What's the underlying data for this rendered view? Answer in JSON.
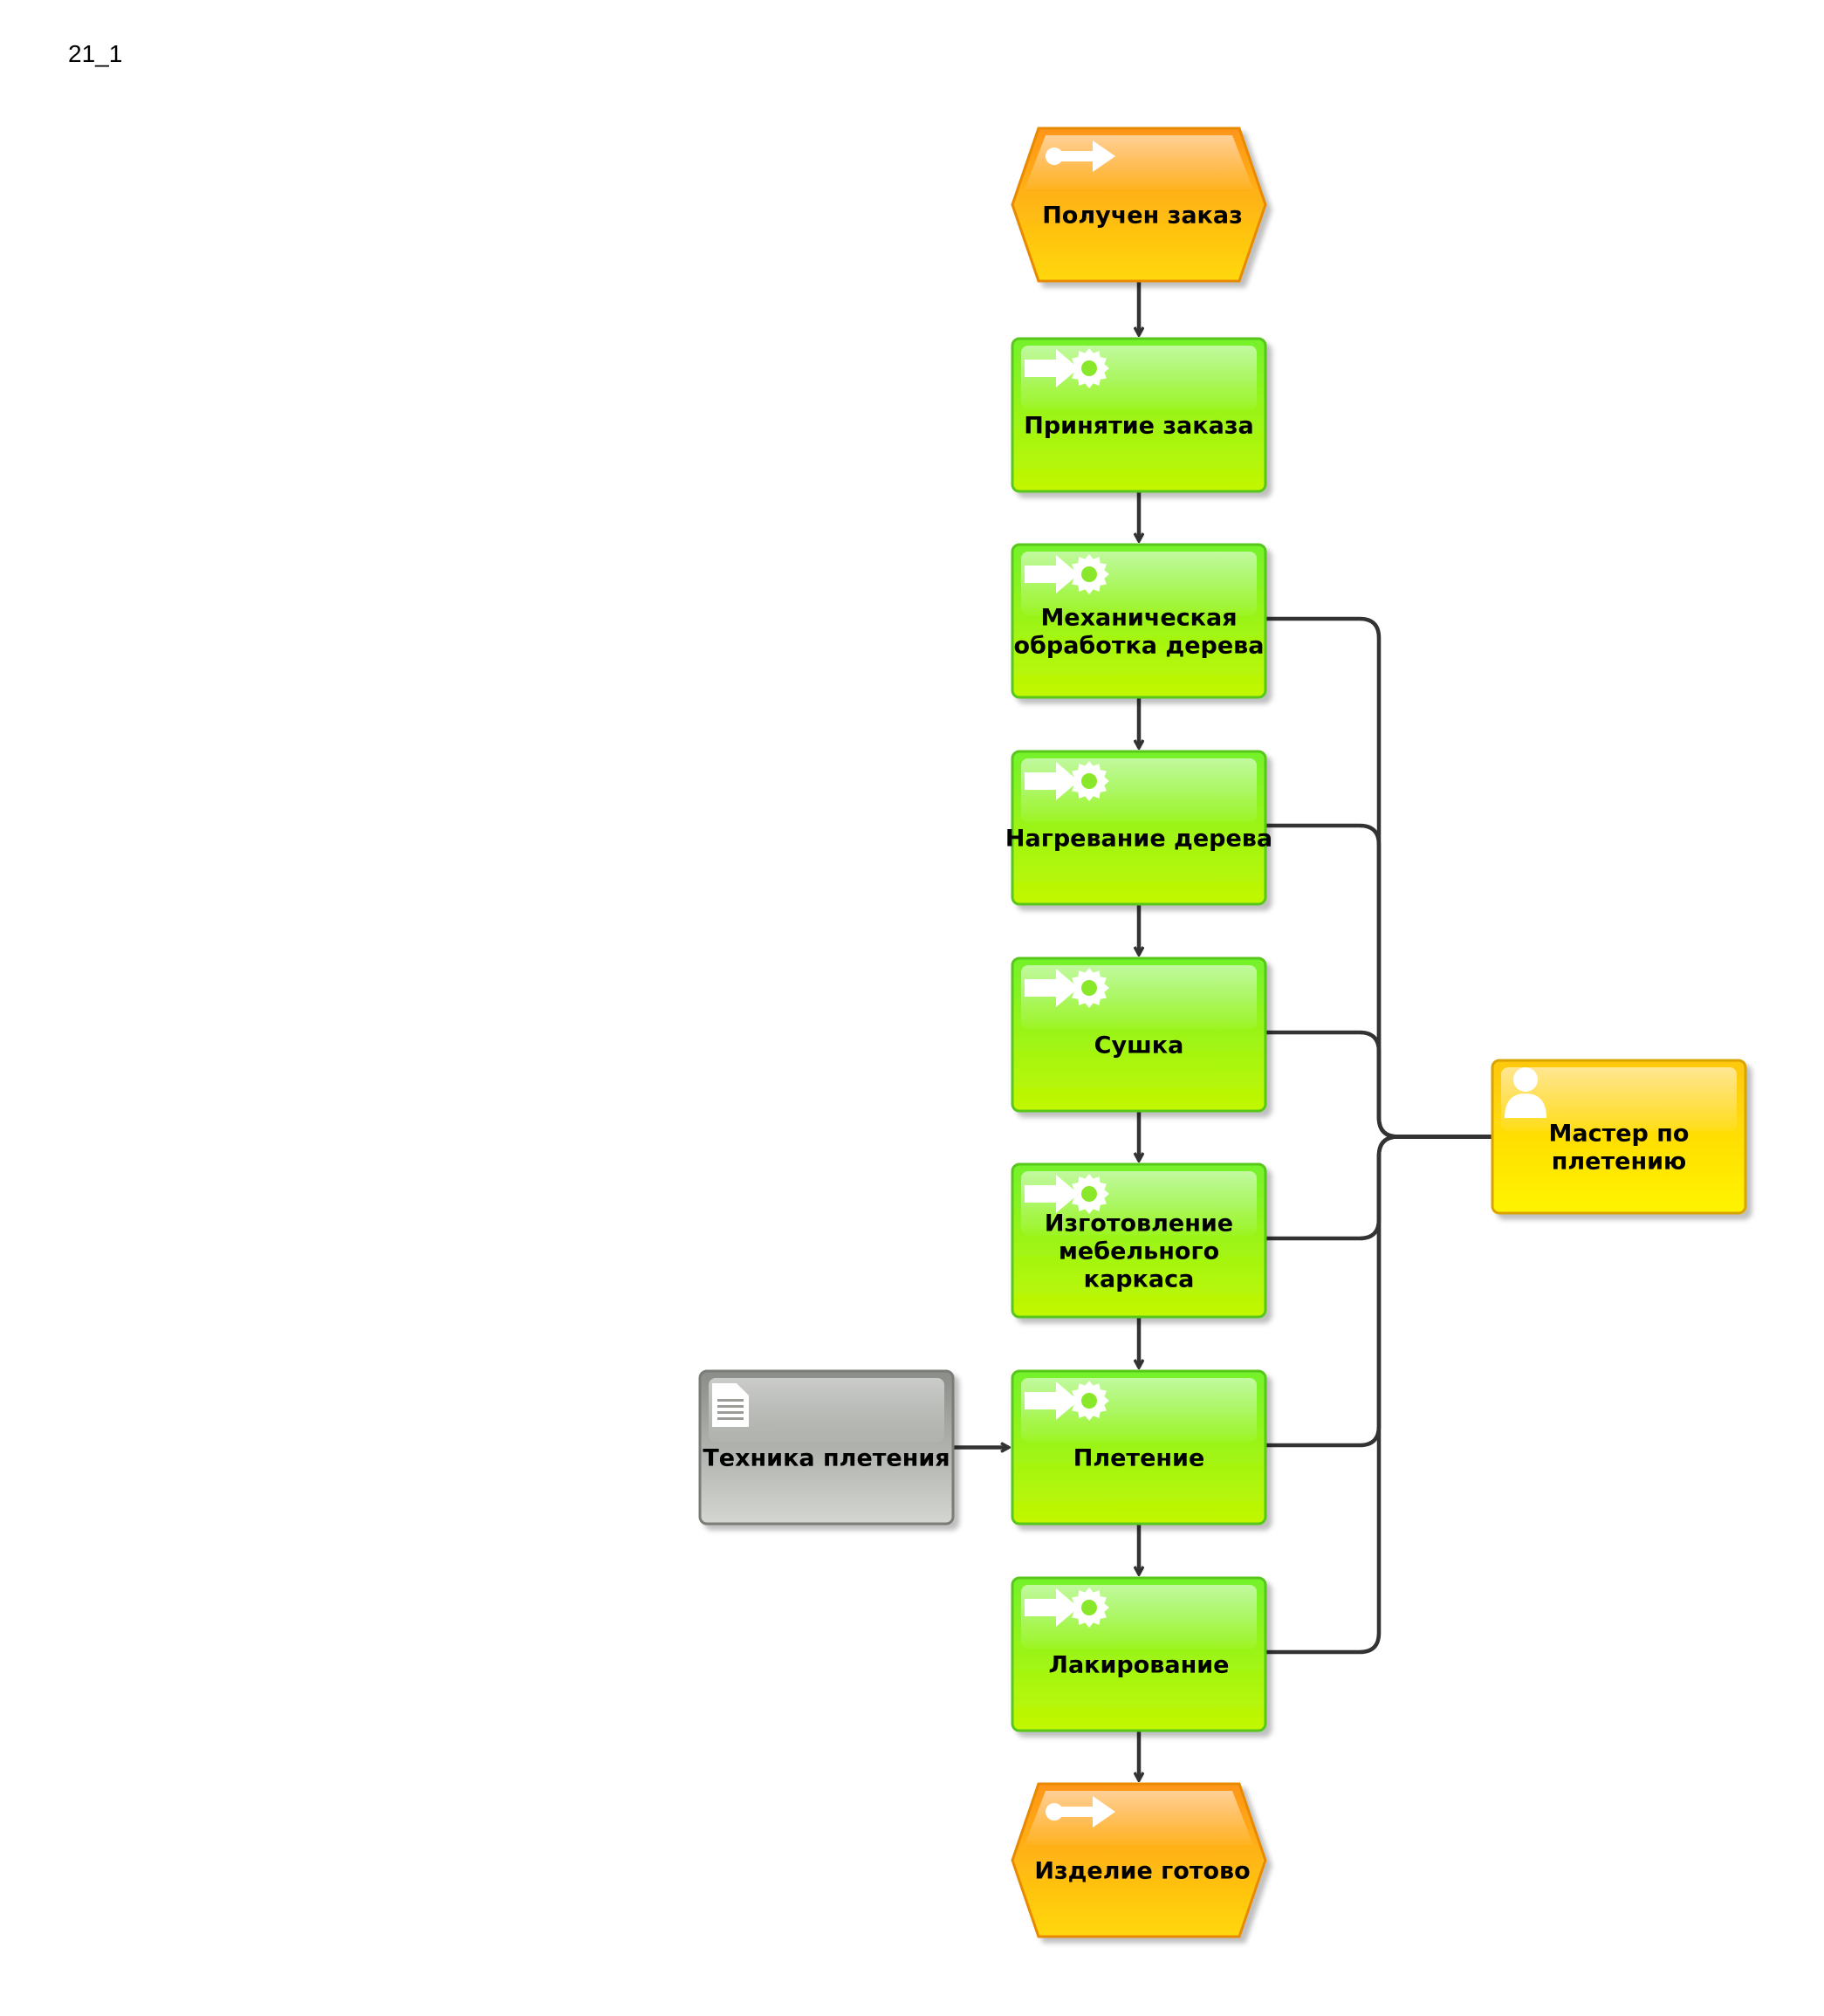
{
  "page": {
    "id_label": "21_1"
  },
  "events": [
    {
      "id": "start-event",
      "label": [
        "Получен заказ"
      ]
    },
    {
      "id": "end-event",
      "label": [
        "Изделие готово"
      ]
    }
  ],
  "functions": [
    {
      "id": "accept-order",
      "label": [
        "Принятие заказа"
      ]
    },
    {
      "id": "wood-machining",
      "label": [
        "Механическая",
        "обработка дерева"
      ]
    },
    {
      "id": "wood-heating",
      "label": [
        "Нагревание дерева"
      ]
    },
    {
      "id": "drying",
      "label": [
        "Сушка"
      ]
    },
    {
      "id": "frame-making",
      "label": [
        "Изготовление",
        "мебельного",
        "каркаса"
      ]
    },
    {
      "id": "weaving",
      "label": [
        "Плетение"
      ]
    },
    {
      "id": "varnishing",
      "label": [
        "Лакирование"
      ]
    }
  ],
  "document": {
    "id": "weaving-technique",
    "label": [
      "Техника плетения"
    ]
  },
  "role": {
    "id": "weaving-master",
    "label": [
      "Мастер по",
      "плетению"
    ]
  },
  "colors": {
    "event_top": "#ff9b1e",
    "event_bottom": "#ffd60a",
    "event_border": "#e68a00",
    "function_top": "#7cf52a",
    "function_bottom": "#bff500",
    "function_border": "#56c418",
    "role_top": "#ffcf0a",
    "role_bottom": "#fff200",
    "role_border": "#d9a400",
    "document_top": "#8e918c",
    "document_bottom": "#d0d2cd",
    "document_border": "#7a7c78",
    "connector": "#333333"
  }
}
